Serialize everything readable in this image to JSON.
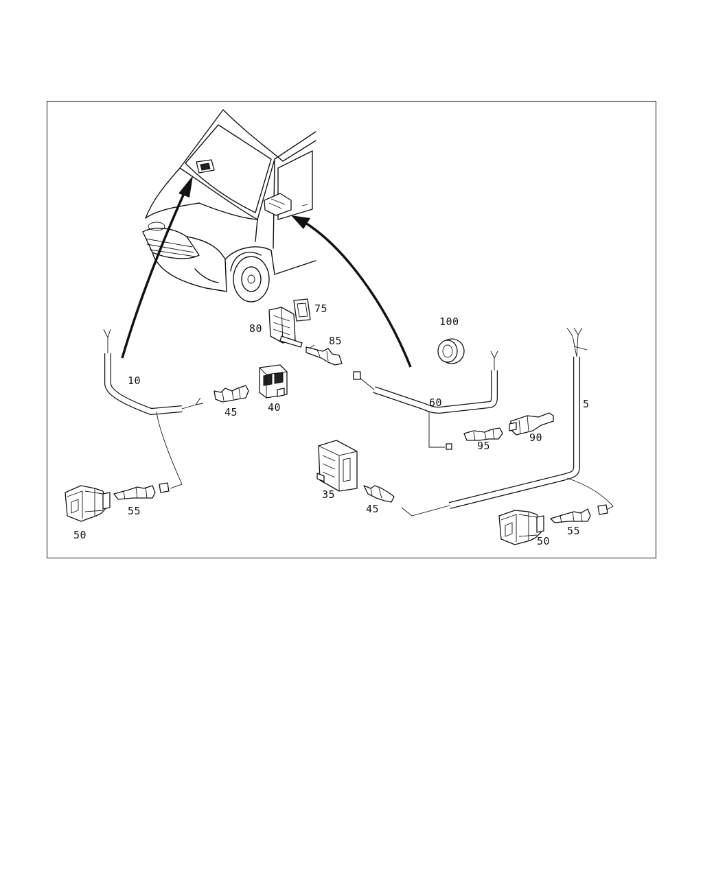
{
  "diagram": {
    "labels": [
      {
        "id": "p100",
        "text": "100"
      },
      {
        "id": "p75",
        "text": "75"
      },
      {
        "id": "p80",
        "text": "80"
      },
      {
        "id": "p85",
        "text": "85"
      },
      {
        "id": "p10",
        "text": "10"
      },
      {
        "id": "p45a",
        "text": "45"
      },
      {
        "id": "p40",
        "text": "40"
      },
      {
        "id": "p60",
        "text": "60"
      },
      {
        "id": "p5",
        "text": "5"
      },
      {
        "id": "p95",
        "text": "95"
      },
      {
        "id": "p90",
        "text": "90"
      },
      {
        "id": "p35",
        "text": "35"
      },
      {
        "id": "p45b",
        "text": "45"
      },
      {
        "id": "p55a",
        "text": "55"
      },
      {
        "id": "p50a",
        "text": "50"
      },
      {
        "id": "p55b",
        "text": "55"
      },
      {
        "id": "p50b",
        "text": "50"
      }
    ]
  },
  "colors": {
    "line": "#111111",
    "background": "#ffffff"
  }
}
